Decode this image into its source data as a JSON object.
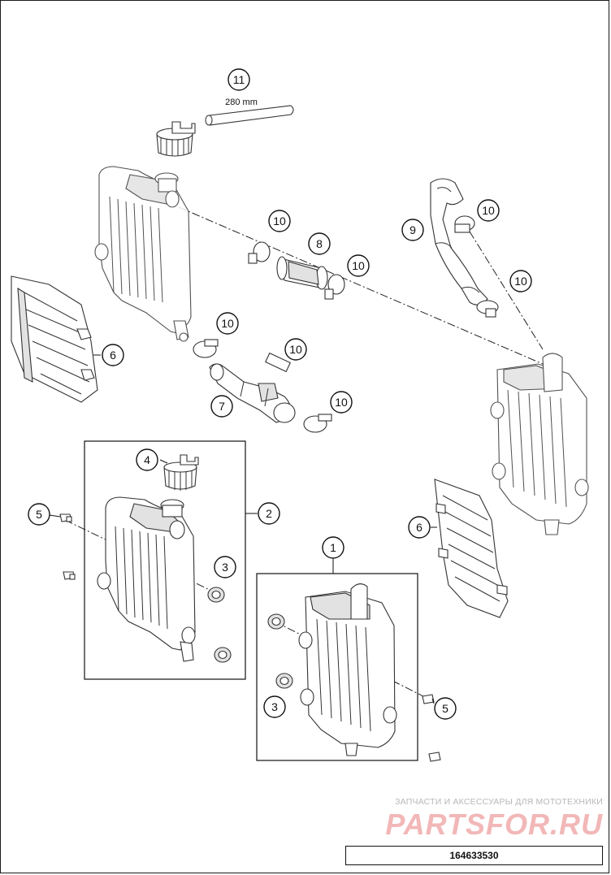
{
  "diagram": {
    "hose_length_label": "280 mm",
    "callouts": {
      "c1": "1",
      "c2": "2",
      "c3a": "3",
      "c3b": "3",
      "c4": "4",
      "c5a": "5",
      "c5b": "5",
      "c6a": "6",
      "c6b": "6",
      "c7": "7",
      "c8": "8",
      "c9": "9",
      "c10a": "10",
      "c10b": "10",
      "c10c": "10",
      "c10d": "10",
      "c10e": "10",
      "c10f": "10",
      "c10g": "10",
      "c11": "11"
    }
  },
  "watermark": {
    "caption": "ЗАПЧАСТИ И АКСЕССУАРЫ ДЛЯ МОТОТЕХНИКИ",
    "logo": "PARTSFOR.RU"
  },
  "doc_number": "164633530"
}
